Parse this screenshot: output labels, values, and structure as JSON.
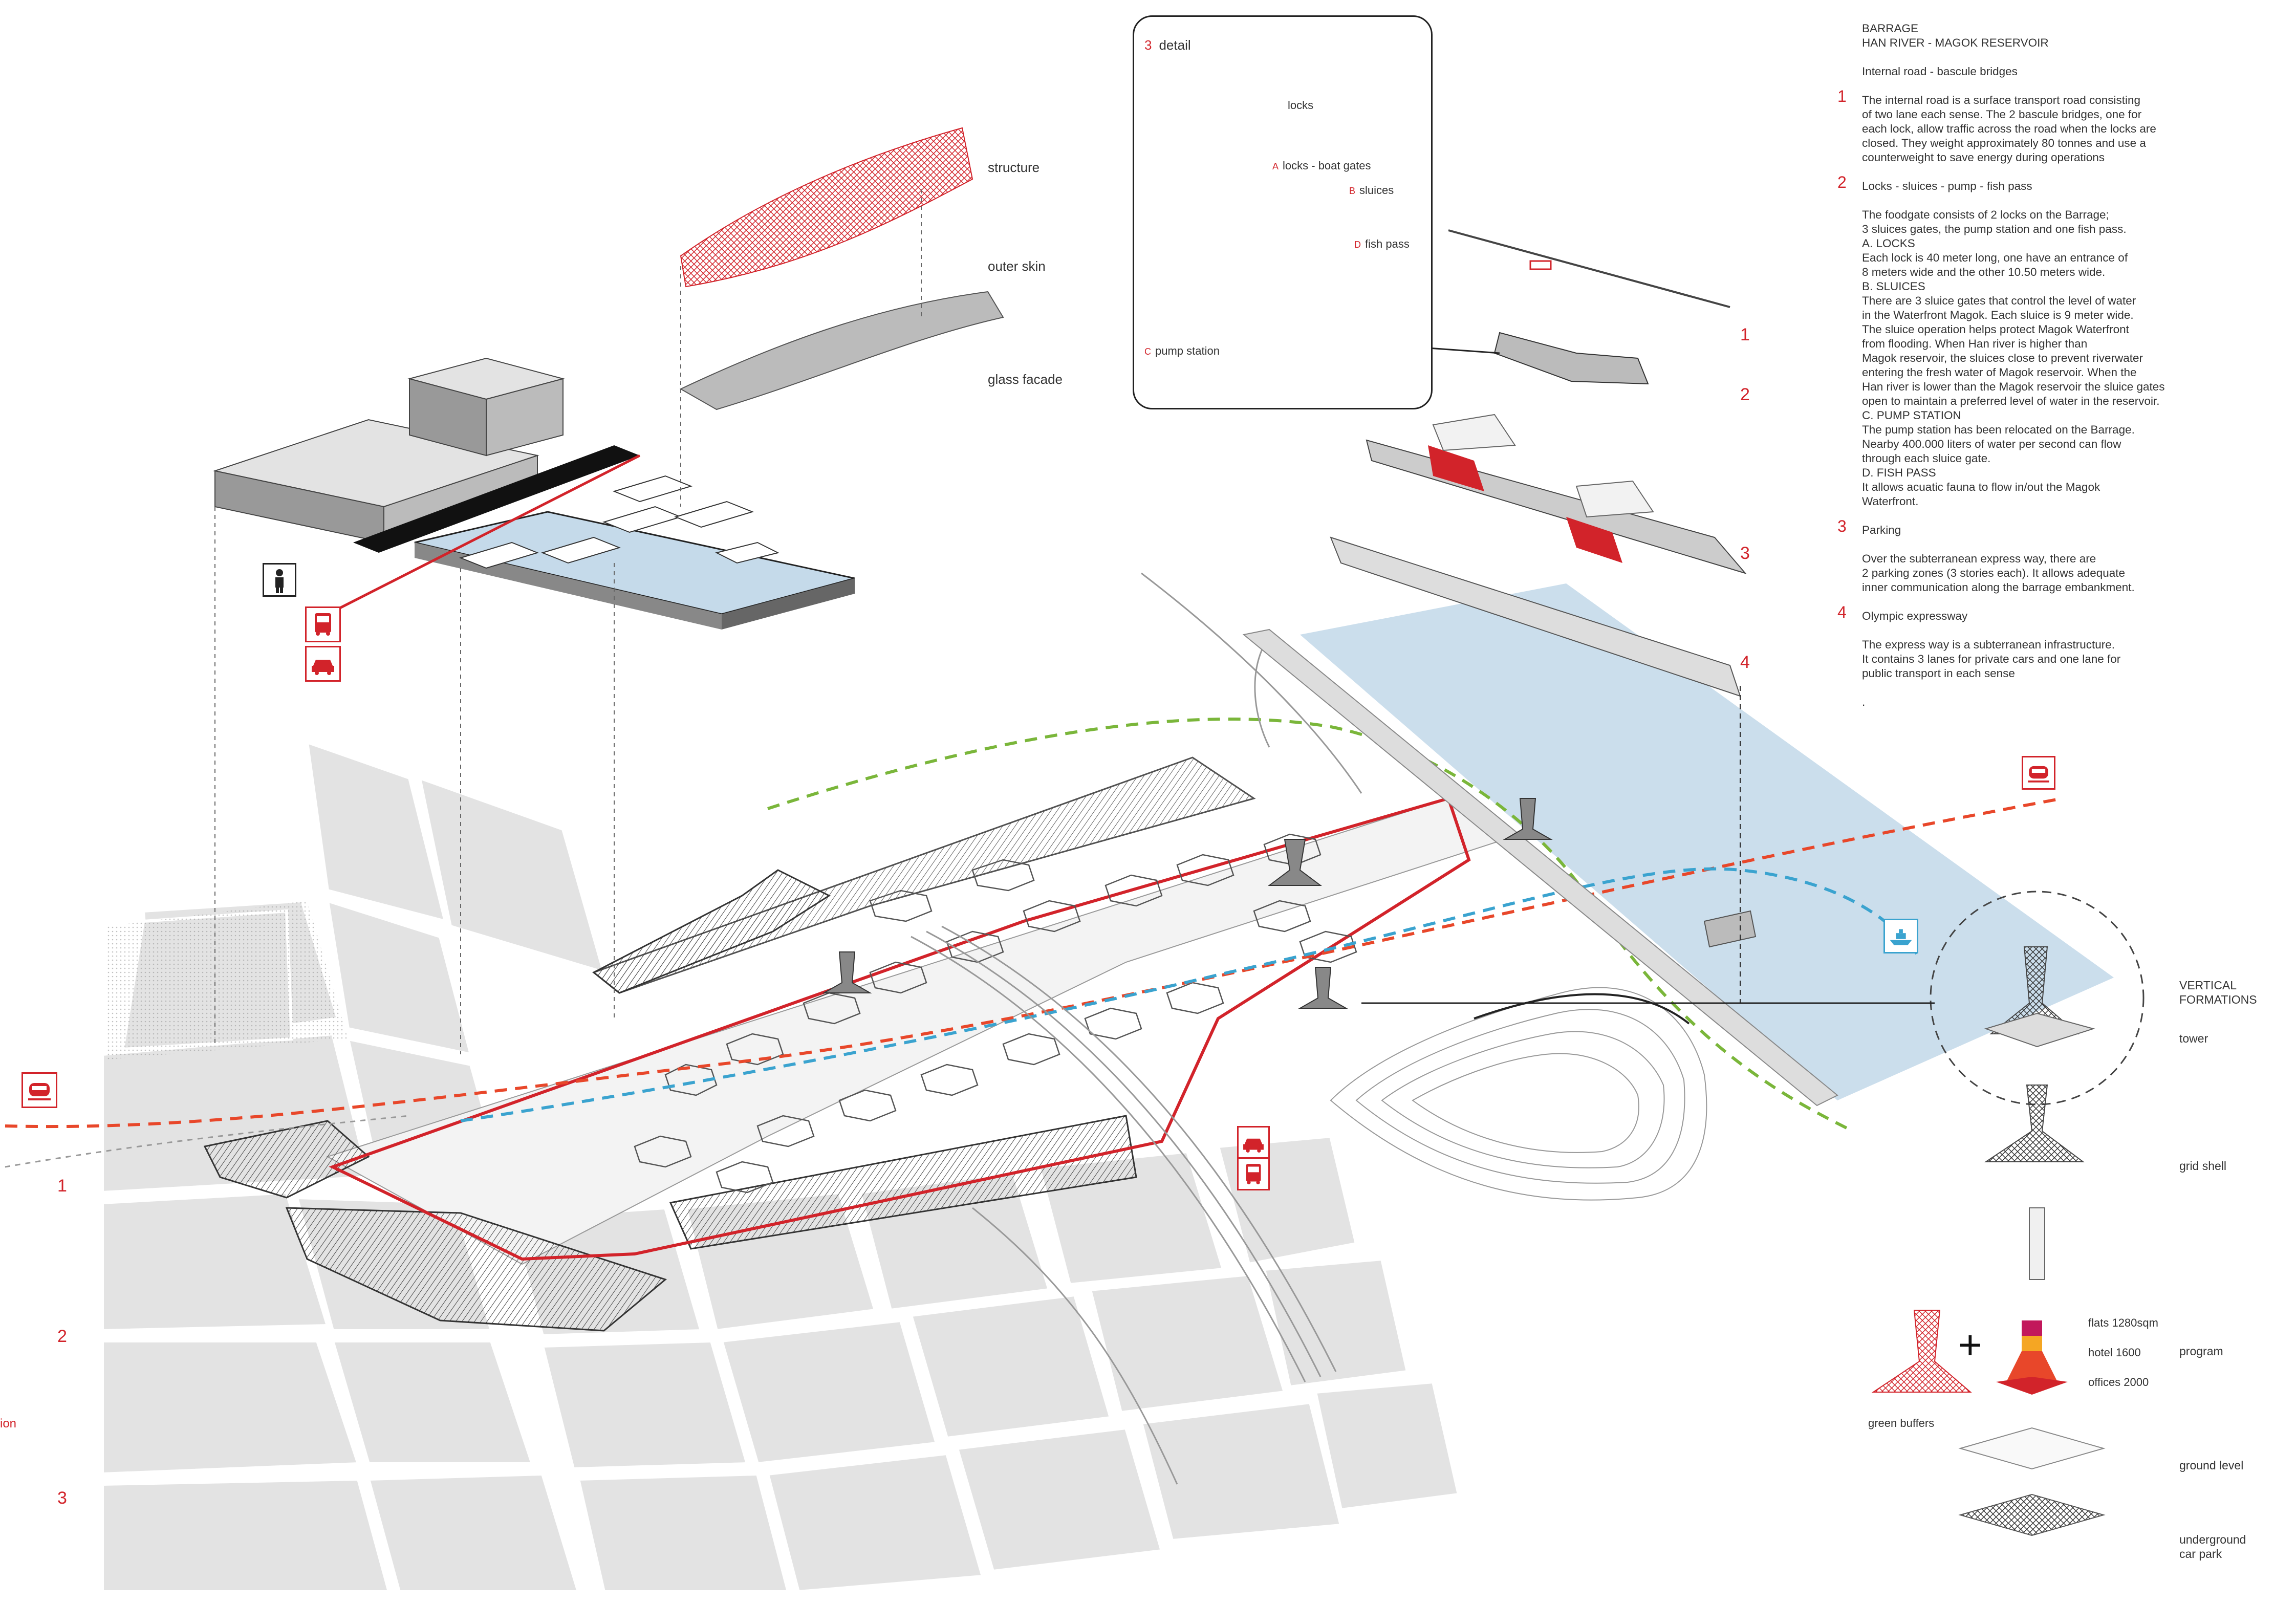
{
  "colors": {
    "accent_red": "#d2232a",
    "water_blue": "#c5daea",
    "building_gray": "#b9b9b9",
    "ground_gray": "#e3e3e3",
    "green_dash": "#7ab63a",
    "blue_dash": "#3aa3cf",
    "orange_red_dash": "#e8472a"
  },
  "layer_labels": {
    "structure": "structure",
    "outer_skin": "outer skin",
    "glass_facade": "glass facade"
  },
  "detail": {
    "number": "3",
    "title": "detail",
    "locks": "locks",
    "locks_gates_letter": "A",
    "locks_gates": "locks - boat gates",
    "sluices_letter": "B",
    "sluices": "sluices",
    "fish_pass_letter": "D",
    "fish_pass": "fish pass",
    "pump_letter": "C",
    "pump_station": "pump station"
  },
  "barrage_numbers": [
    "1",
    "2",
    "3",
    "4"
  ],
  "left_numbers": [
    "1",
    "2",
    "3"
  ],
  "left_cut_text": "ion",
  "text_panel": {
    "title_1": "BARRAGE",
    "title_2": "HAN RIVER - MAGOK RESERVOIR",
    "subtitle": "Internal road - bascule bridges",
    "s1_num": "1",
    "s1_lines": [
      "The internal road is a surface transport road consisting",
      "of two lane each sense. The 2 bascule bridges, one for",
      "each lock, allow traffic across the road when the locks are",
      "closed. They weight approximately 80 tonnes and use a",
      "counterweight to save energy during operations"
    ],
    "s2_num": "2",
    "s2_title": "Locks - sluices - pump - fish pass",
    "s2_lines": [
      "The foodgate consists of 2 locks on the Barrage;",
      "3 sluices gates, the pump station and one fish pass.",
      "A. LOCKS",
      "Each lock is 40 meter long, one have an entrance of",
      "8 meters wide and the other 10.50 meters wide.",
      "B. SLUICES",
      "There are 3 sluice gates that control the level of water",
      "in the Waterfront Magok. Each sluice is 9 meter wide.",
      "The sluice operation helps protect Magok Waterfront",
      " from flooding. When Han river is higher than",
      "Magok reservoir, the sluices close to prevent riverwater",
      "entering the fresh water of Magok reservoir. When the",
      "Han river is lower than the Magok reservoir the sluice gates",
      "open to maintain a preferred level of water in the reservoir.",
      "C. PUMP STATION",
      "The pump station has been relocated on the Barrage.",
      "Nearby 400.000 liters of water per second can flow",
      "through  each sluice gate.",
      "D. FISH PASS",
      "It allows acuatic fauna to flow in/out the Magok",
      "Waterfront."
    ],
    "s3_num": "3",
    "s3_title": "Parking",
    "s3_lines": [
      "Over the subterranean express way, there are",
      "2 parking zones (3 stories each). It allows adequate",
      "inner communication along the barrage embankment."
    ],
    "s4_num": "4",
    "s4_title": "Olympic expressway",
    "s4_lines": [
      "The express way is a subterranean infrastructure.",
      "It contains 3 lanes for private cars and one lane for",
      "public transport in each sense"
    ],
    "end_mark": "."
  },
  "vertical_formations": {
    "title_1": "VERTICAL",
    "title_2": "FORMATIONS",
    "tower": "tower",
    "grid_shell": "grid shell",
    "program": "program",
    "flats": "flats 1280sqm",
    "hotel": "hotel 1600",
    "offices": "offices 2000",
    "green_buffers": "green buffers",
    "plus": "+",
    "ground_level": "ground level",
    "underground_1": "underground",
    "underground_2": "car park"
  },
  "icons": [
    "person-icon",
    "bus-icon",
    "taxi-icon",
    "metro-icon",
    "ferry-icon"
  ]
}
